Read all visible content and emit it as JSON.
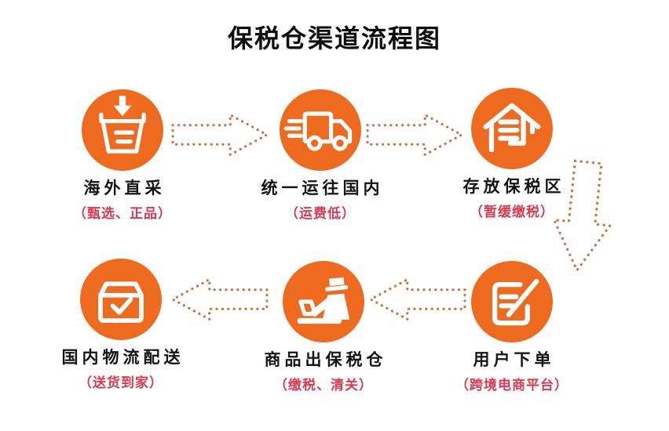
{
  "title": "保税仓渠道流程图",
  "steps": [
    {
      "label": "海外直采",
      "sublabel": "（甄选、正品）",
      "icon": "import-basket-icon"
    },
    {
      "label": "统一运往国内",
      "sublabel": "（运费低）",
      "icon": "delivery-truck-icon"
    },
    {
      "label": "存放保税区",
      "sublabel": "（暂缓缴税）",
      "icon": "bonded-warehouse-icon"
    },
    {
      "label": "用户下单",
      "sublabel": "（跨境电商平台）",
      "icon": "order-form-icon"
    },
    {
      "label": "商品出保税仓",
      "sublabel": "（缴税、清关）",
      "icon": "customs-officer-icon"
    },
    {
      "label": "国内物流配送",
      "sublabel": "（送货到家）",
      "icon": "package-check-icon"
    }
  ],
  "flow_order": [
    "海外直采",
    "统一运往国内",
    "存放保税区",
    "用户下单",
    "商品出保税仓",
    "国内物流配送"
  ],
  "colors": {
    "node_circle": "#ED6A1E",
    "icon": "#FFFFFF",
    "arrow_dots": "#C4764C",
    "label_text": "#141414",
    "sublabel_text": "#D93A52",
    "background": "#FFFFFF"
  }
}
